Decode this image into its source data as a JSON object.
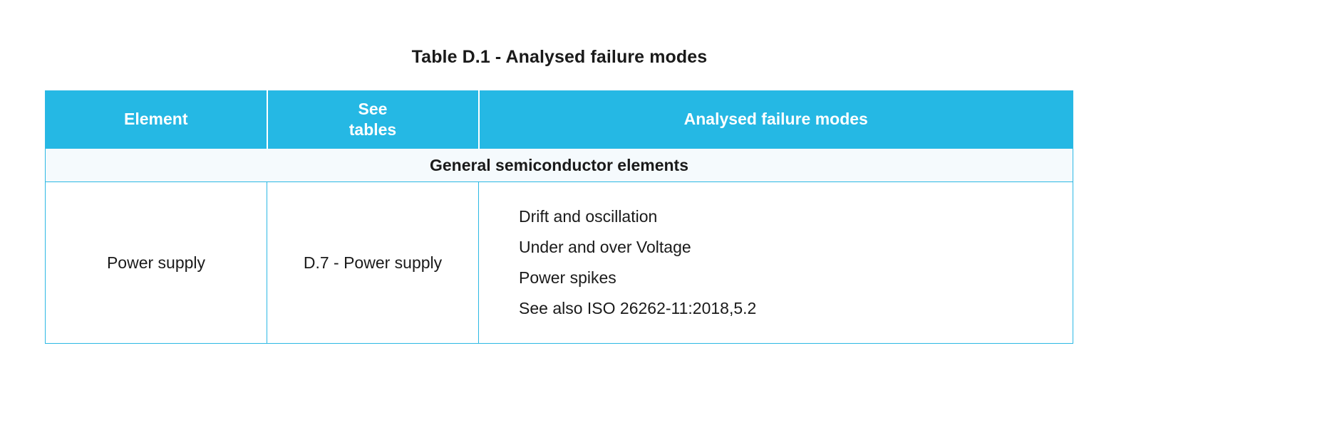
{
  "table": {
    "title": "Table D.1 - Analysed failure modes",
    "columns": [
      {
        "key": "element",
        "label": "Element"
      },
      {
        "key": "see_tables",
        "label": "See\ntables",
        "line1": "See",
        "line2": "tables"
      },
      {
        "key": "failure_modes",
        "label": "Analysed failure modes"
      }
    ],
    "sections": [
      {
        "heading": "General semiconductor elements",
        "rows": [
          {
            "element": "Power supply",
            "see_tables": "D.7 - Power supply",
            "failure_modes": [
              "Drift and oscillation",
              "Under and over Voltage",
              "Power spikes",
              "See also ISO 26262-11:2018,5.2"
            ]
          }
        ]
      }
    ]
  },
  "colors": {
    "header_background": "#25b8e4",
    "border": "#2cb8e4",
    "section_background": "#f5fafd",
    "text": "#1a1a1a",
    "header_text": "#ffffff",
    "page_background": "#ffffff"
  }
}
